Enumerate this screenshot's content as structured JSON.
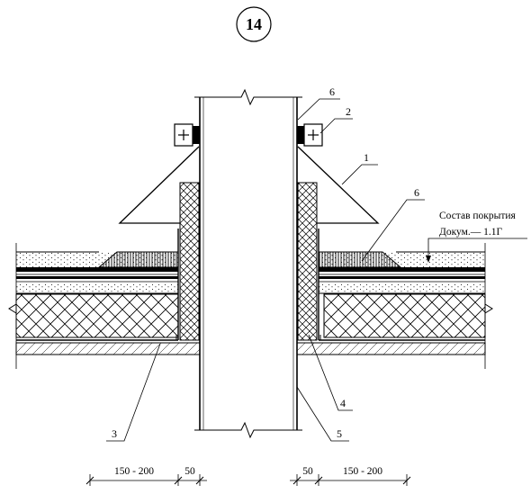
{
  "sheet_number": "14",
  "callouts": {
    "c1": "1",
    "c2": "2",
    "c3": "3",
    "c4": "4",
    "c5": "5",
    "c6_top": "6",
    "c6_right": "6"
  },
  "roof_note": {
    "line1": "Состав покрытия",
    "line2": "Докум.— 1.1Г"
  },
  "dimensions": {
    "left_main": "150 - 200",
    "left_gap": "50",
    "right_gap": "50",
    "right_main": "150 - 200"
  }
}
